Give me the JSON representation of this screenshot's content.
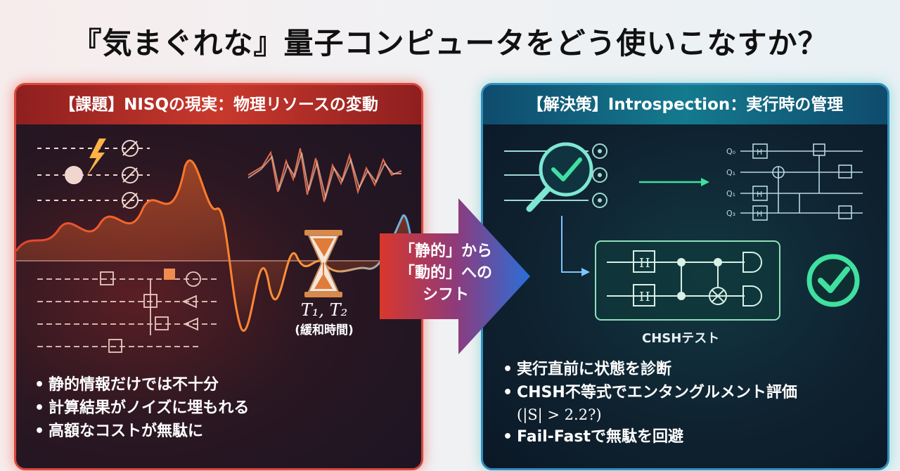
{
  "title": "『気まぐれな』量子コンピュータをどう使いこなすか？",
  "left_panel": {
    "header": "【課題】NISQの現実：物理リソースの変動",
    "time_label": "T₁, T₂",
    "time_sub": "(緩和時間)",
    "bullets": [
      "静的情報だけでは不十分",
      "計算結果がノイズに埋もれる",
      "高額なコストが無駄に"
    ]
  },
  "arrow": {
    "line1": "「静的」から",
    "line2": "「動的」への",
    "line3": "シフト"
  },
  "right_panel": {
    "header": "【解決策】Introspection：実行時の管理",
    "circuit_qubits": [
      "Q₀",
      "Q₁",
      "Q₁",
      "Q₃"
    ],
    "gate_label": "H",
    "test_label": "CHSHテスト",
    "bullets": [
      "実行直前に状態を診断",
      "CHSH不等式でエンタングルメント評価"
    ],
    "bullet_sub": "(|S| > 2.2?)",
    "bullet_last": "Fail-Fastで無駄を回避"
  },
  "colors": {
    "left_accent": "#d8483c",
    "right_accent": "#2f8fbf",
    "check_green": "#3fe0a0"
  },
  "icons": [
    "lightning-icon",
    "broken-qubit-icon",
    "hourglass-icon",
    "magnifier-check-icon",
    "check-circle-icon",
    "measurement-icon"
  ]
}
